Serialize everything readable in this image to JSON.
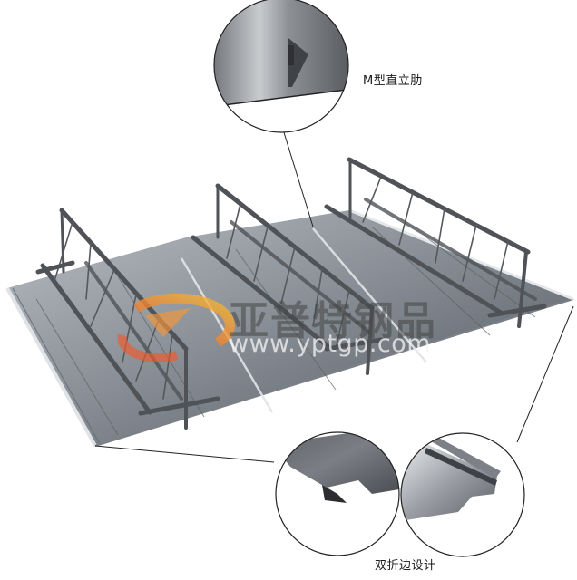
{
  "figure": {
    "subject": "Steel bar truss floor deck with callout details",
    "callouts": [
      {
        "id": "top",
        "label": "M型直立肋"
      },
      {
        "id": "bottom",
        "label": "双折边设计"
      }
    ]
  },
  "watermark": {
    "company_cn": "亚普特钢品",
    "url": "www.yptgp.com",
    "logo_colors": [
      "#f26a2e",
      "#f5b531"
    ]
  },
  "colors": {
    "background": "#ffffff",
    "deck_steel": "#8e9399",
    "deck_highlight": "#c9ced3",
    "rebar": "#4f5256",
    "leader_line": "#222222"
  }
}
